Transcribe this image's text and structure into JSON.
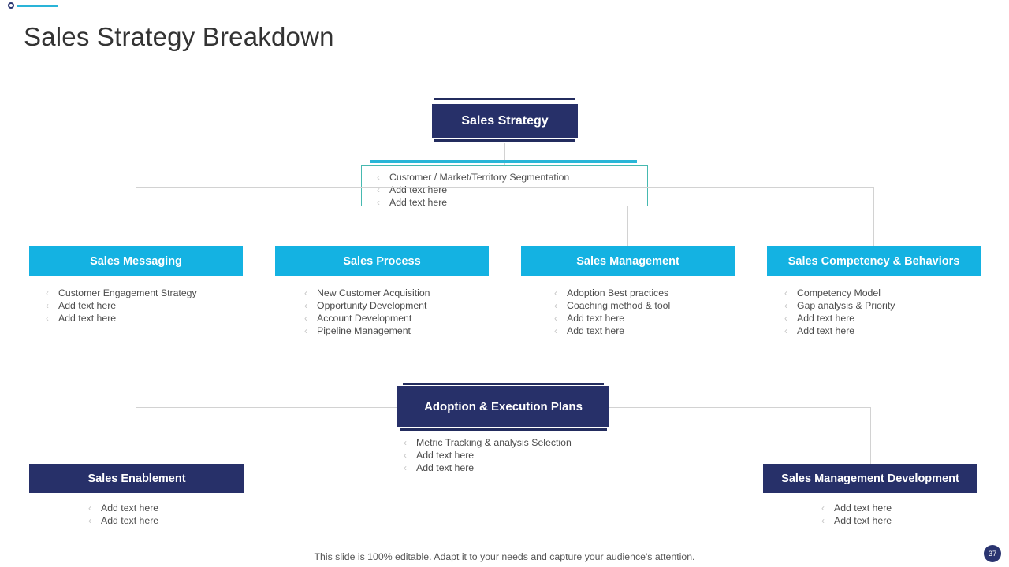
{
  "page_title": "Sales Strategy Breakdown",
  "accent": {
    "navy": "#273069",
    "cyan": "#14b2e2",
    "teal": "#46b9b0",
    "deco_line": "#2ab4d8",
    "connector": "#d2d2d2"
  },
  "deco": {
    "circle_icon": "circle-outline-icon",
    "line_icon": "horizontal-rule-icon"
  },
  "root": {
    "label": "Sales Strategy",
    "items": [
      "Customer / Market/Territory Segmentation",
      "Add text here",
      "Add text here"
    ]
  },
  "columns": [
    {
      "label": "Sales Messaging",
      "items": [
        "Customer Engagement  Strategy",
        "Add text here",
        "Add text here"
      ]
    },
    {
      "label": "Sales Process",
      "items": [
        "New Customer  Acquisition",
        "Opportunity Development",
        "Account Development",
        "Pipeline Management"
      ]
    },
    {
      "label": "Sales Management",
      "items": [
        "Adoption Best practices",
        "Coaching  method & tool",
        "Add text here",
        "Add text here"
      ]
    },
    {
      "label": "Sales Competency & Behaviors",
      "items": [
        "Competency Model",
        "Gap analysis & Priority",
        "Add text here",
        "Add text here"
      ]
    }
  ],
  "adoption": {
    "label": "Adoption & Execution Plans",
    "items": [
      "Metric Tracking  & analysis Selection",
      "Add text here",
      "Add text here"
    ]
  },
  "bottom": [
    {
      "label": "Sales Enablement",
      "items": [
        "Add text here",
        "Add text here"
      ]
    },
    {
      "label": "Sales Management Development",
      "items": [
        "Add text here",
        "Add text here"
      ]
    }
  ],
  "bullet_glyph": "‹",
  "footer": "This slide is 100% editable. Adapt it to your needs and capture your audience's attention.",
  "page_number": "37"
}
